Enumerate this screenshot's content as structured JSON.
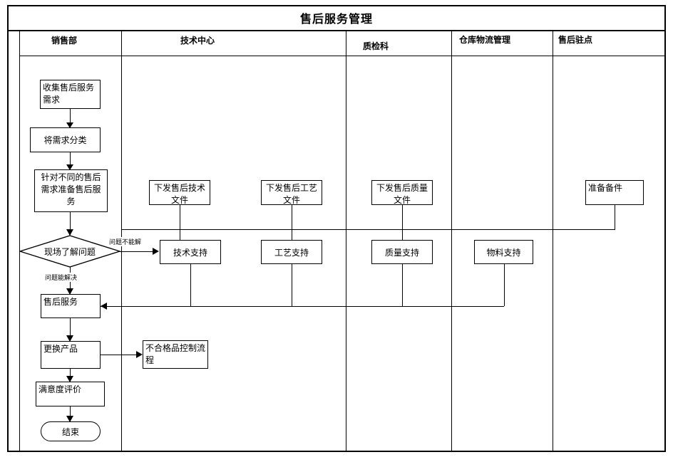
{
  "title": "售后服务管理",
  "lanes": [
    {
      "name": "sales-dept",
      "label": "销售部"
    },
    {
      "name": "tech-center",
      "label": "技术中心"
    },
    {
      "name": "quality-section",
      "label": "质检科"
    },
    {
      "name": "warehouse-logistics",
      "label": "仓库物流管理"
    },
    {
      "name": "after-sales-station",
      "label": "售后驻点"
    }
  ],
  "nodes": {
    "collect_requirements": "收集售后服务需求",
    "classify_requirements": "将需求分类",
    "prepare_service": "针对不同的售后需求准备售后服务",
    "onsite_understand": "现场了解问题",
    "after_sales_service": "售后服务",
    "replace_product": "更换产品",
    "satisfaction_eval": "满意度评价",
    "end": "结束",
    "issue_tech_doc": "下发售后技术文件",
    "issue_process_doc": "下发售后工艺文件",
    "issue_quality_doc": "下发售后质量文件",
    "prepare_spares": "准备备件",
    "tech_support": "技术支持",
    "process_support": "工艺支持",
    "quality_support": "质量支持",
    "material_support": "物料支持",
    "nonconforming_flow": "不合格品控制流程"
  },
  "edge_labels": {
    "cannot_solve": "问题不能解",
    "can_solve": "问题能解决"
  },
  "colors": {
    "stroke": "#000000",
    "background": "#ffffff"
  }
}
